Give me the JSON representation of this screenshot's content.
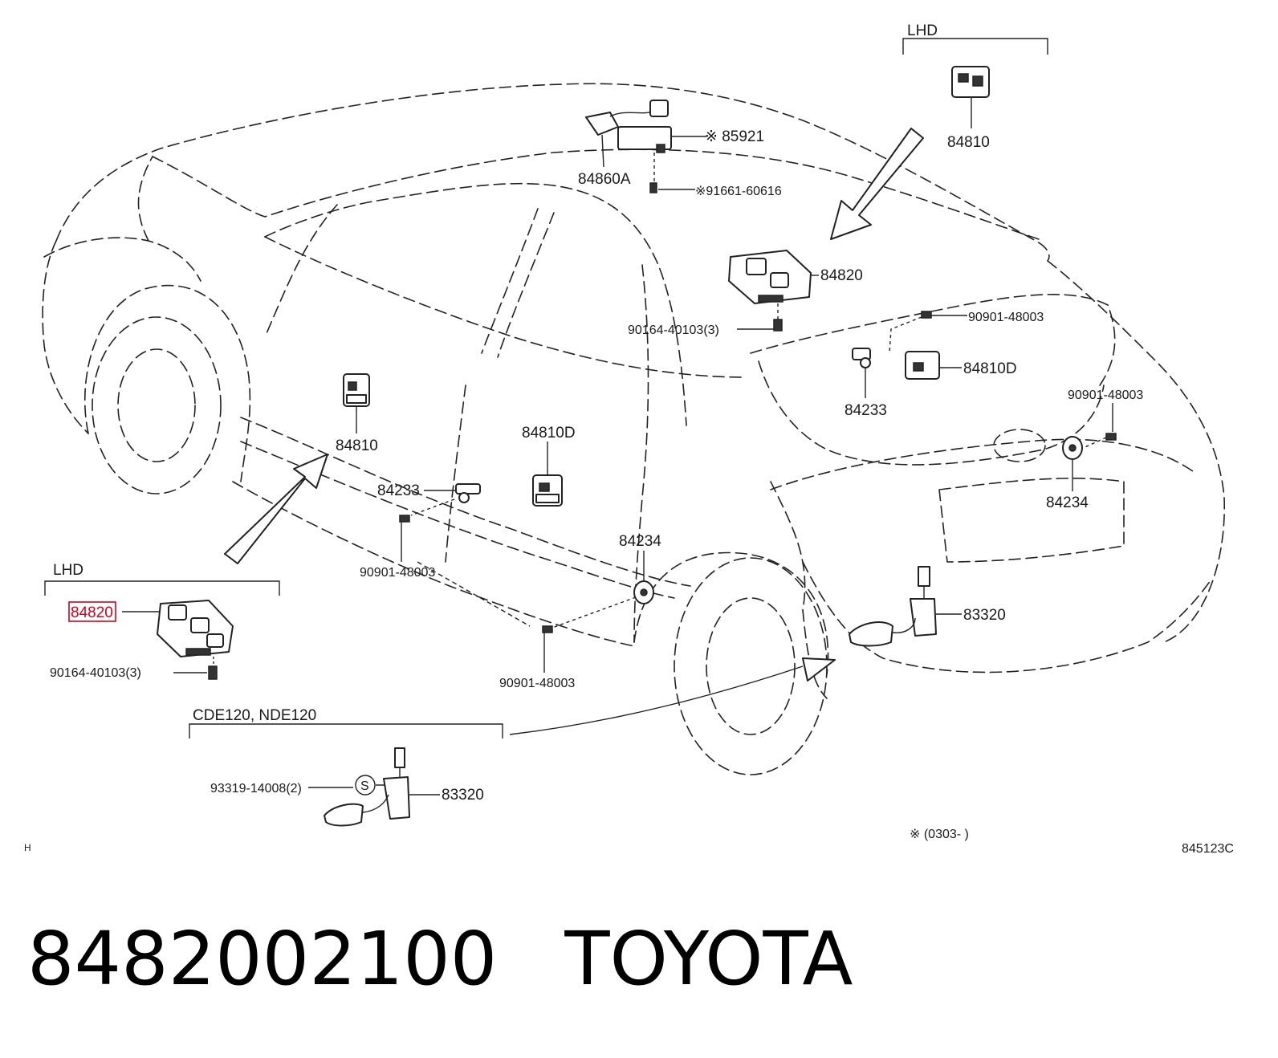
{
  "diagram": {
    "labels": {
      "lhd_top": "LHD",
      "p84810_top": "84810",
      "p85921": "※ 85921",
      "p84860a": "84860A",
      "p91661": "※91661-60616",
      "p84820_center": "84820",
      "p90164_center": "90164-40103(3)",
      "p90901_a": "90901-48003",
      "p84810d_right": "84810D",
      "p84233_right": "84233",
      "p90901_b": "90901-48003",
      "p84234_right": "84234",
      "p84810_left": "84810",
      "p84810d_center": "84810D",
      "p84233_left": "84233",
      "p90901_c": "90901-48003",
      "p84234_center": "84234",
      "p90901_d": "90901-48003",
      "p83320_right": "83320",
      "lhd_bottom": "LHD",
      "p84820_highlight": "84820",
      "p90164_bottom": "90164-40103(3)",
      "model_group": "CDE120, NDE120",
      "p93319": "93319-14008(2)",
      "s_mark": "S",
      "p83320_bottom": "83320",
      "date_note": "※ (0303-     )",
      "corner_code": "H",
      "figure_code": "845123C"
    }
  },
  "footer": {
    "part_number": "8482002100",
    "brand": "TOYOTA"
  }
}
